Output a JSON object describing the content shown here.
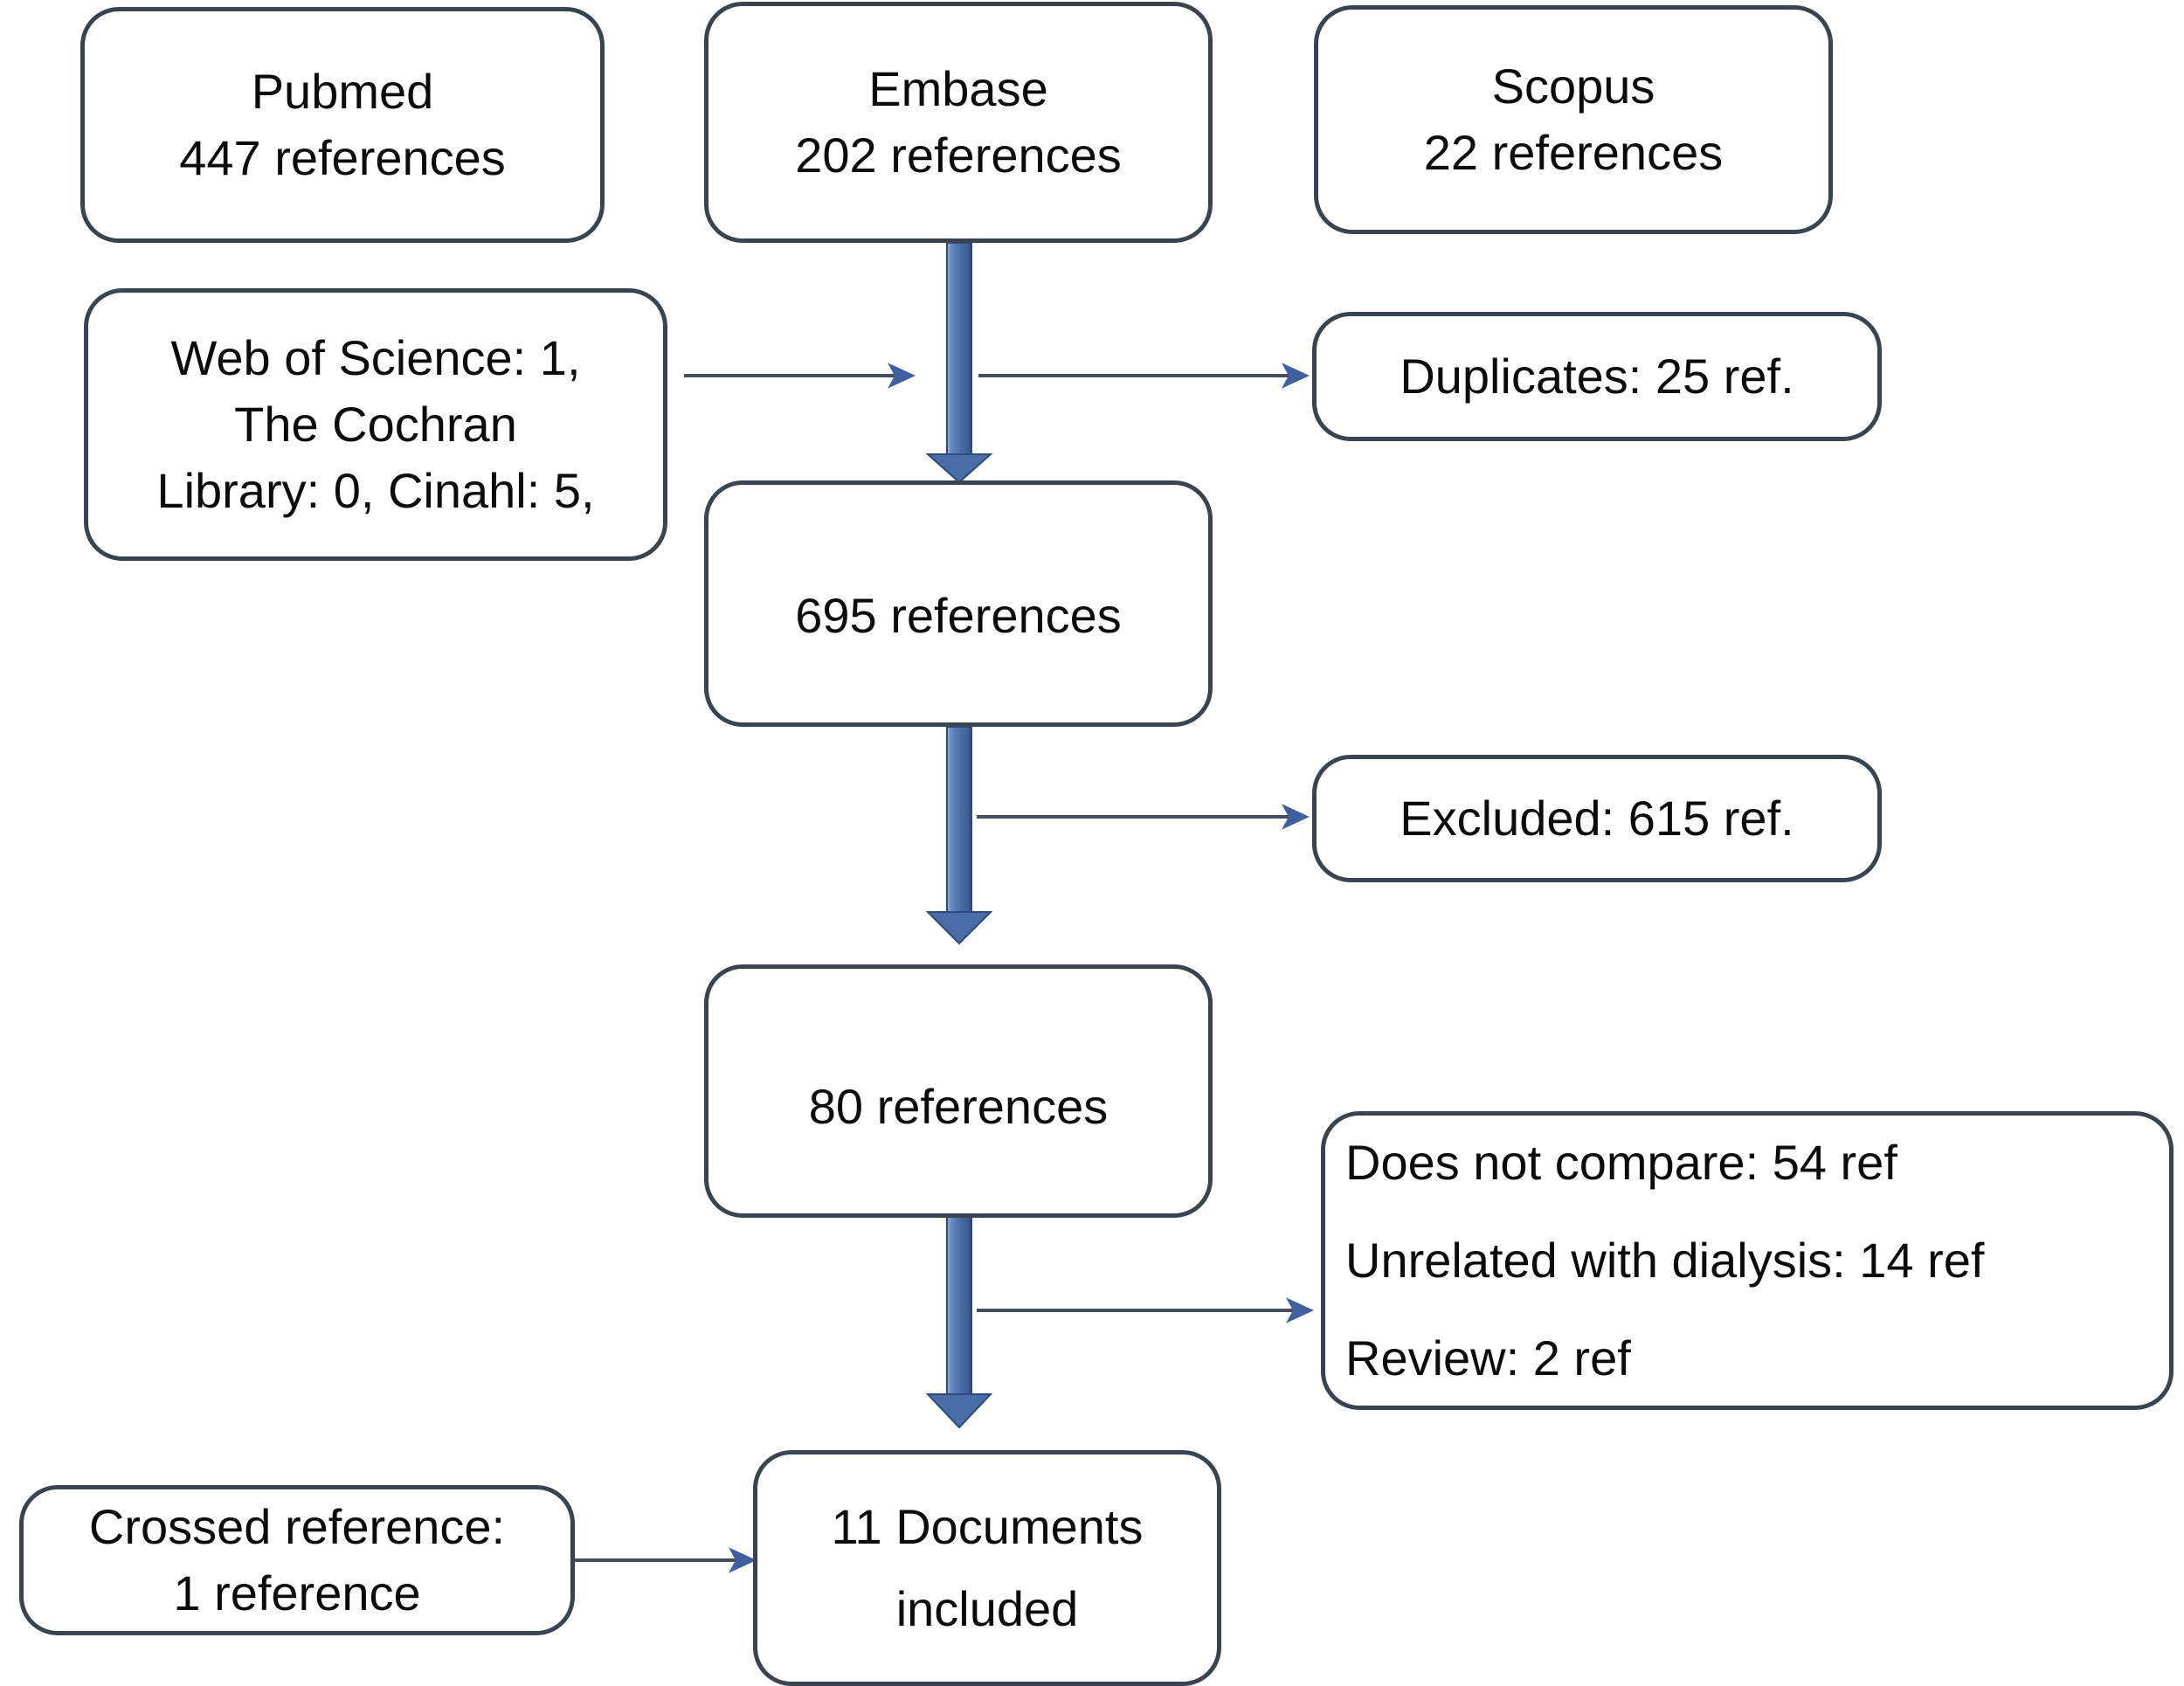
{
  "diagram": {
    "type": "prisma-flow-diagram",
    "title": "PRISMA study selection flow diagram",
    "colors": {
      "box_border": "#3a4450",
      "thick_arrow": "#4a6da7",
      "thick_arrow_edge": "#2e4a7d",
      "thin_arrow_line": "#454f5b",
      "arrowhead": "#3f5f9e",
      "text": "#0b0b0b",
      "background": "#ffffff"
    },
    "nodes": [
      {
        "id": "pubmed",
        "name": "source-pubmed",
        "lines": [
          "Pubmed",
          "447 references"
        ]
      },
      {
        "id": "embase",
        "name": "source-embase",
        "lines": [
          "Embase",
          "202 references"
        ]
      },
      {
        "id": "scopus",
        "name": "source-scopus",
        "lines": [
          "Scopus",
          "22 references"
        ]
      },
      {
        "id": "other_sources",
        "name": "source-other-databases",
        "lines": [
          "Web of Science: 1,",
          "The Cochran",
          "Library: 0, Cinahl: 5,"
        ]
      },
      {
        "id": "duplicates",
        "name": "duplicates-removed",
        "lines": [
          "Duplicates:  25 ref."
        ]
      },
      {
        "id": "total_695",
        "name": "records-screened-total",
        "lines": [
          "695 references"
        ]
      },
      {
        "id": "excluded",
        "name": "records-excluded",
        "lines": [
          "Excluded:  615 ref."
        ]
      },
      {
        "id": "total_80",
        "name": "full-text-assessed",
        "lines": [
          "80 references"
        ]
      },
      {
        "id": "exclusion_reasons",
        "name": "exclusion-reasons",
        "lines": [
          "Does not compare: 54 ref",
          "Unrelated with dialysis: 14 ref",
          "Review: 2 ref"
        ]
      },
      {
        "id": "crossed_reference",
        "name": "crossed-reference-source",
        "lines": [
          "Crossed reference:",
          "1 reference"
        ]
      },
      {
        "id": "included",
        "name": "studies-included",
        "lines": [
          "11 Documents",
          "included"
        ]
      }
    ],
    "edges": [
      {
        "id": "e1",
        "name": "edge-embase-to-total695",
        "from": "embase",
        "to": "total_695",
        "style": "thick-vertical"
      },
      {
        "id": "e2",
        "name": "edge-other-sources-to-merge",
        "from": "other_sources",
        "to": "merge-point",
        "style": "thin-horizontal"
      },
      {
        "id": "e3",
        "name": "edge-merge-to-duplicates",
        "from": "merge-point",
        "to": "duplicates",
        "style": "thin-horizontal"
      },
      {
        "id": "e4",
        "name": "edge-total695-to-total80",
        "from": "total_695",
        "to": "total_80",
        "style": "thick-vertical"
      },
      {
        "id": "e5",
        "name": "edge-total695-to-excluded",
        "from": "total_695",
        "to": "excluded",
        "style": "thin-horizontal"
      },
      {
        "id": "e6",
        "name": "edge-total80-to-included",
        "from": "total_80",
        "to": "included",
        "style": "thick-vertical"
      },
      {
        "id": "e7",
        "name": "edge-total80-to-exclusion-reasons",
        "from": "total_80",
        "to": "exclusion_reasons",
        "style": "thin-horizontal"
      },
      {
        "id": "e8",
        "name": "edge-crossed-reference-to-included",
        "from": "crossed_reference",
        "to": "included",
        "style": "thin-horizontal"
      }
    ]
  }
}
